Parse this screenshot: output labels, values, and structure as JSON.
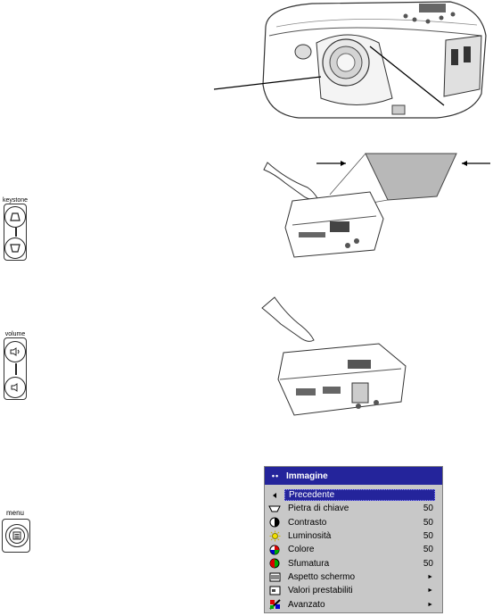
{
  "keystone_panel": {
    "label": "keystone"
  },
  "volume_panel": {
    "label": "volume"
  },
  "menu_panel": {
    "label": "menu"
  },
  "osd_menu": {
    "title": "Immagine",
    "title_dots": "••",
    "colors": {
      "title_bar": "#24249b",
      "background": "#c8c8c8",
      "text": "#000000"
    },
    "items": [
      {
        "label": "Precedente",
        "value": "",
        "icon": "left-arrow-icon",
        "selected": true
      },
      {
        "label": "Pietra di chiave",
        "value": "50",
        "icon": "keystone-icon"
      },
      {
        "label": "Contrasto",
        "value": "50",
        "icon": "contrast-icon"
      },
      {
        "label": "Luminosità",
        "value": "50",
        "icon": "brightness-icon"
      },
      {
        "label": "Colore",
        "value": "50",
        "icon": "color-icon"
      },
      {
        "label": "Sfumatura",
        "value": "50",
        "icon": "tint-icon"
      },
      {
        "label": "Aspetto schermo",
        "value": "►",
        "icon": "aspect-ratio-icon"
      },
      {
        "label": "Valori prestabiliti",
        "value": "►",
        "icon": "presets-icon"
      },
      {
        "label": "Avanzato",
        "value": "►",
        "icon": "advanced-icon"
      }
    ]
  }
}
